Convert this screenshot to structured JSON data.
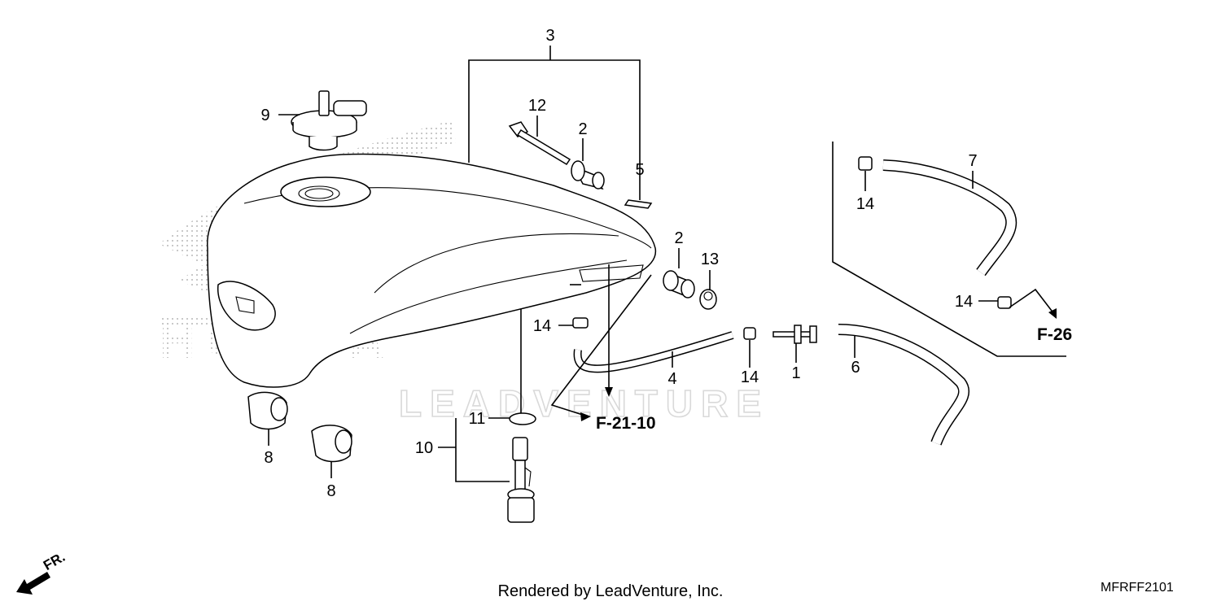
{
  "callouts": {
    "p1": "1",
    "p2a": "2",
    "p2b": "2",
    "p3": "3",
    "p4": "4",
    "p5": "5",
    "p6": "6",
    "p7": "7",
    "p8a": "8",
    "p8b": "8",
    "p9": "9",
    "p10": "10",
    "p11": "11",
    "p12": "12",
    "p13": "13",
    "p14a": "14",
    "p14b": "14",
    "p14c": "14",
    "p14d": "14"
  },
  "references": {
    "f2110": "F-21-10",
    "f26": "F-26"
  },
  "watermark_text": "LEADVENTURE",
  "background_logo_text": "HONDA",
  "footer": {
    "credit": "Rendered by LeadVenture, Inc.",
    "diagram_code": "MFRFF2101"
  },
  "front_marker": "FR.",
  "icons": {
    "front_arrow": "arrow-down-left-icon"
  }
}
